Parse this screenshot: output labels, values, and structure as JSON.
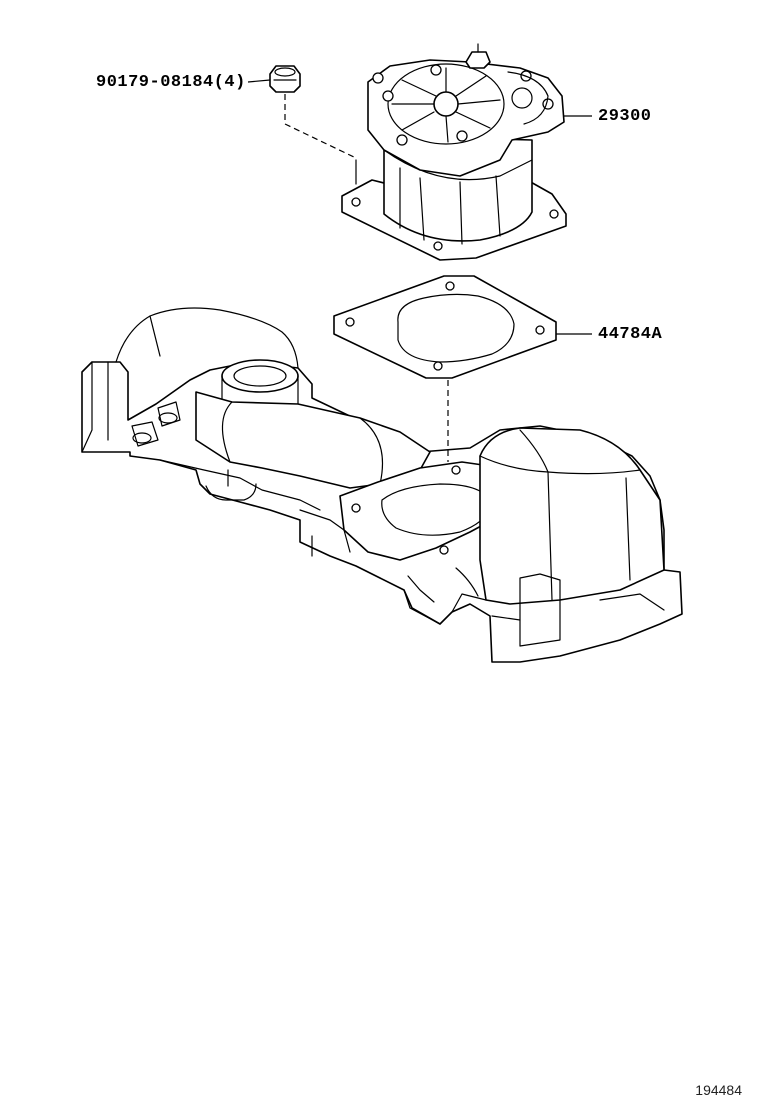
{
  "callouts": {
    "nut": "90179-08184(4)",
    "vacuum_pump": "29300",
    "gasket": "44784A"
  },
  "figure_id": "194484"
}
